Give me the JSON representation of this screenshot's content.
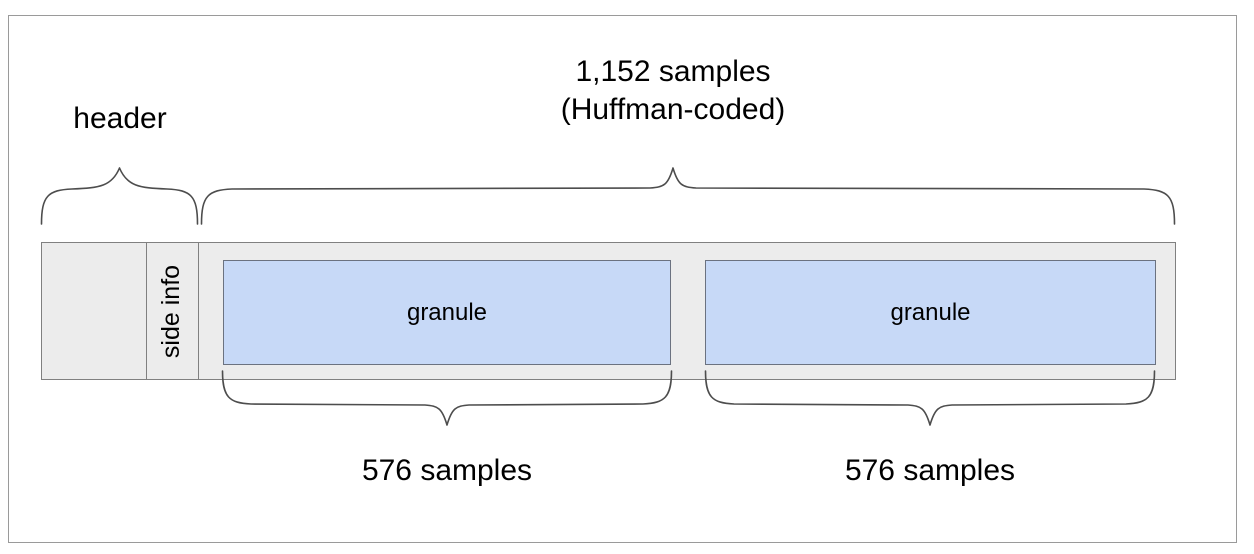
{
  "diagram": {
    "title_implicit": "MP3 frame structure",
    "labels": {
      "header": "header",
      "side_info": "side info",
      "total_samples_line1": "1,152 samples",
      "total_samples_line2": "(Huffman-coded)",
      "granule_1": "granule",
      "granule_2": "granule",
      "granule_1_samples": "576 samples",
      "granule_2_samples": "576 samples"
    },
    "colors": {
      "granule_fill": "#c7d9f7",
      "granule_border": "#6b7280",
      "frame_fill": "#ececec",
      "frame_border": "#808080",
      "page_border": "#9a9a9a",
      "brace_stroke": "#4d4d4d",
      "background": "#ffffff",
      "text": "#000000"
    },
    "values": {
      "total_samples": 1152,
      "granule_samples": 576,
      "granule_count": 2,
      "coding": "Huffman-coded"
    },
    "segments": [
      {
        "name": "header",
        "label": "header"
      },
      {
        "name": "side-info",
        "label": "side info"
      },
      {
        "name": "granule",
        "label": "granule"
      },
      {
        "name": "granule",
        "label": "granule"
      }
    ]
  }
}
